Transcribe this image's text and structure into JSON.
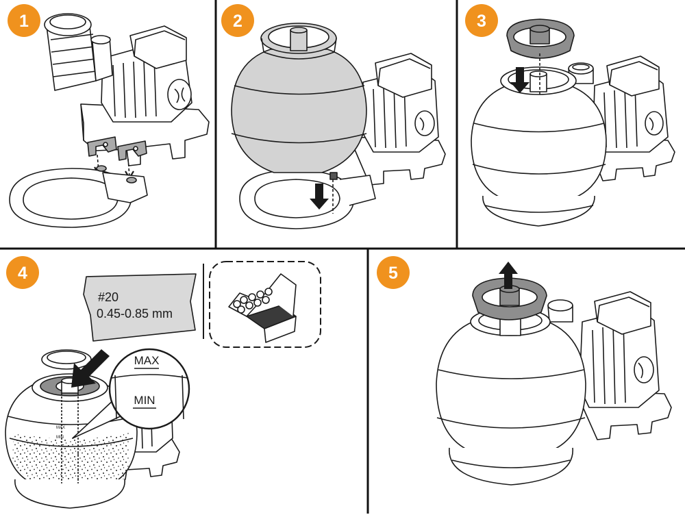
{
  "steps": [
    {
      "number": "1"
    },
    {
      "number": "2"
    },
    {
      "number": "3"
    },
    {
      "number": "4"
    },
    {
      "number": "5"
    }
  ],
  "sand_bag": {
    "grade": "#20",
    "size_range": "0.45-0.85 mm"
  },
  "sand_level": {
    "max_label": "MAX",
    "min_label": "MIN"
  },
  "colors": {
    "badge": "#f0921e",
    "tank_fill_step2": "#d3d3d3",
    "ring_fill": "#8e8e8e",
    "outline": "#1a1a1a",
    "sand_bag": "#d9d9d9"
  }
}
